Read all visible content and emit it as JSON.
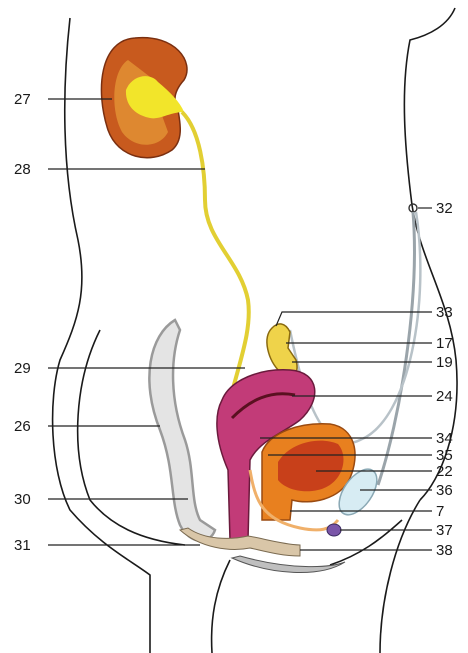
{
  "diagram": {
    "labels": {
      "l27": "27",
      "l28": "28",
      "l29": "29",
      "l26": "26",
      "l30": "30",
      "l31": "31",
      "l32": "32",
      "l33": "33",
      "l17": "17",
      "l19": "19",
      "l24": "24",
      "l34": "34",
      "l35": "35",
      "l22": "22",
      "l36": "36",
      "l7": "7",
      "l37": "37",
      "l38": "38"
    },
    "colors": {
      "kidney": "#c85a1e",
      "kidney_medulla": "#e9a23b",
      "renal_pelvis": "#f2e52a",
      "ureter": "#e2cf33",
      "seminal_vesicle": "#efd34a",
      "bladder": "#c23b78",
      "prostate": "#e8801f",
      "prostate_inner": "#c8401a",
      "rectum": "#e4e4e4",
      "testis": "#d7ecf3",
      "bulbourethral": "#7a55a8"
    }
  }
}
